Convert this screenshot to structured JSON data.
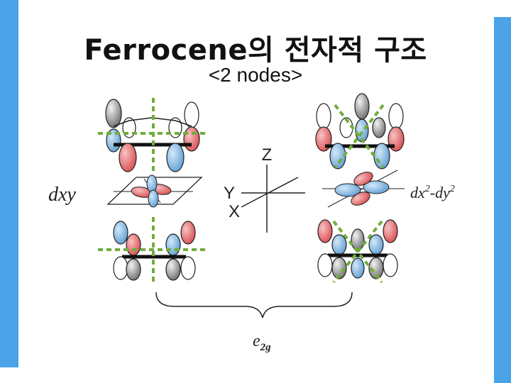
{
  "title": "Ferrocene의 전자적 구조",
  "subtitle": "<2 nodes>",
  "axes": {
    "z": "Z",
    "y": "Y",
    "x": "X"
  },
  "orbitals": {
    "left": {
      "base": "dxy"
    },
    "right": {
      "base1": "dx",
      "sup1": "2",
      "mid": "-dy",
      "sup2": "2"
    }
  },
  "group": {
    "base": "e",
    "sub": "2g"
  },
  "colors": {
    "accent_bar": "#4aa3e6",
    "lobe_red": "#e05a5a",
    "lobe_blue": "#6aa8dc",
    "lobe_gray": "#8c8c8c",
    "node_line": "#6fae3c"
  }
}
